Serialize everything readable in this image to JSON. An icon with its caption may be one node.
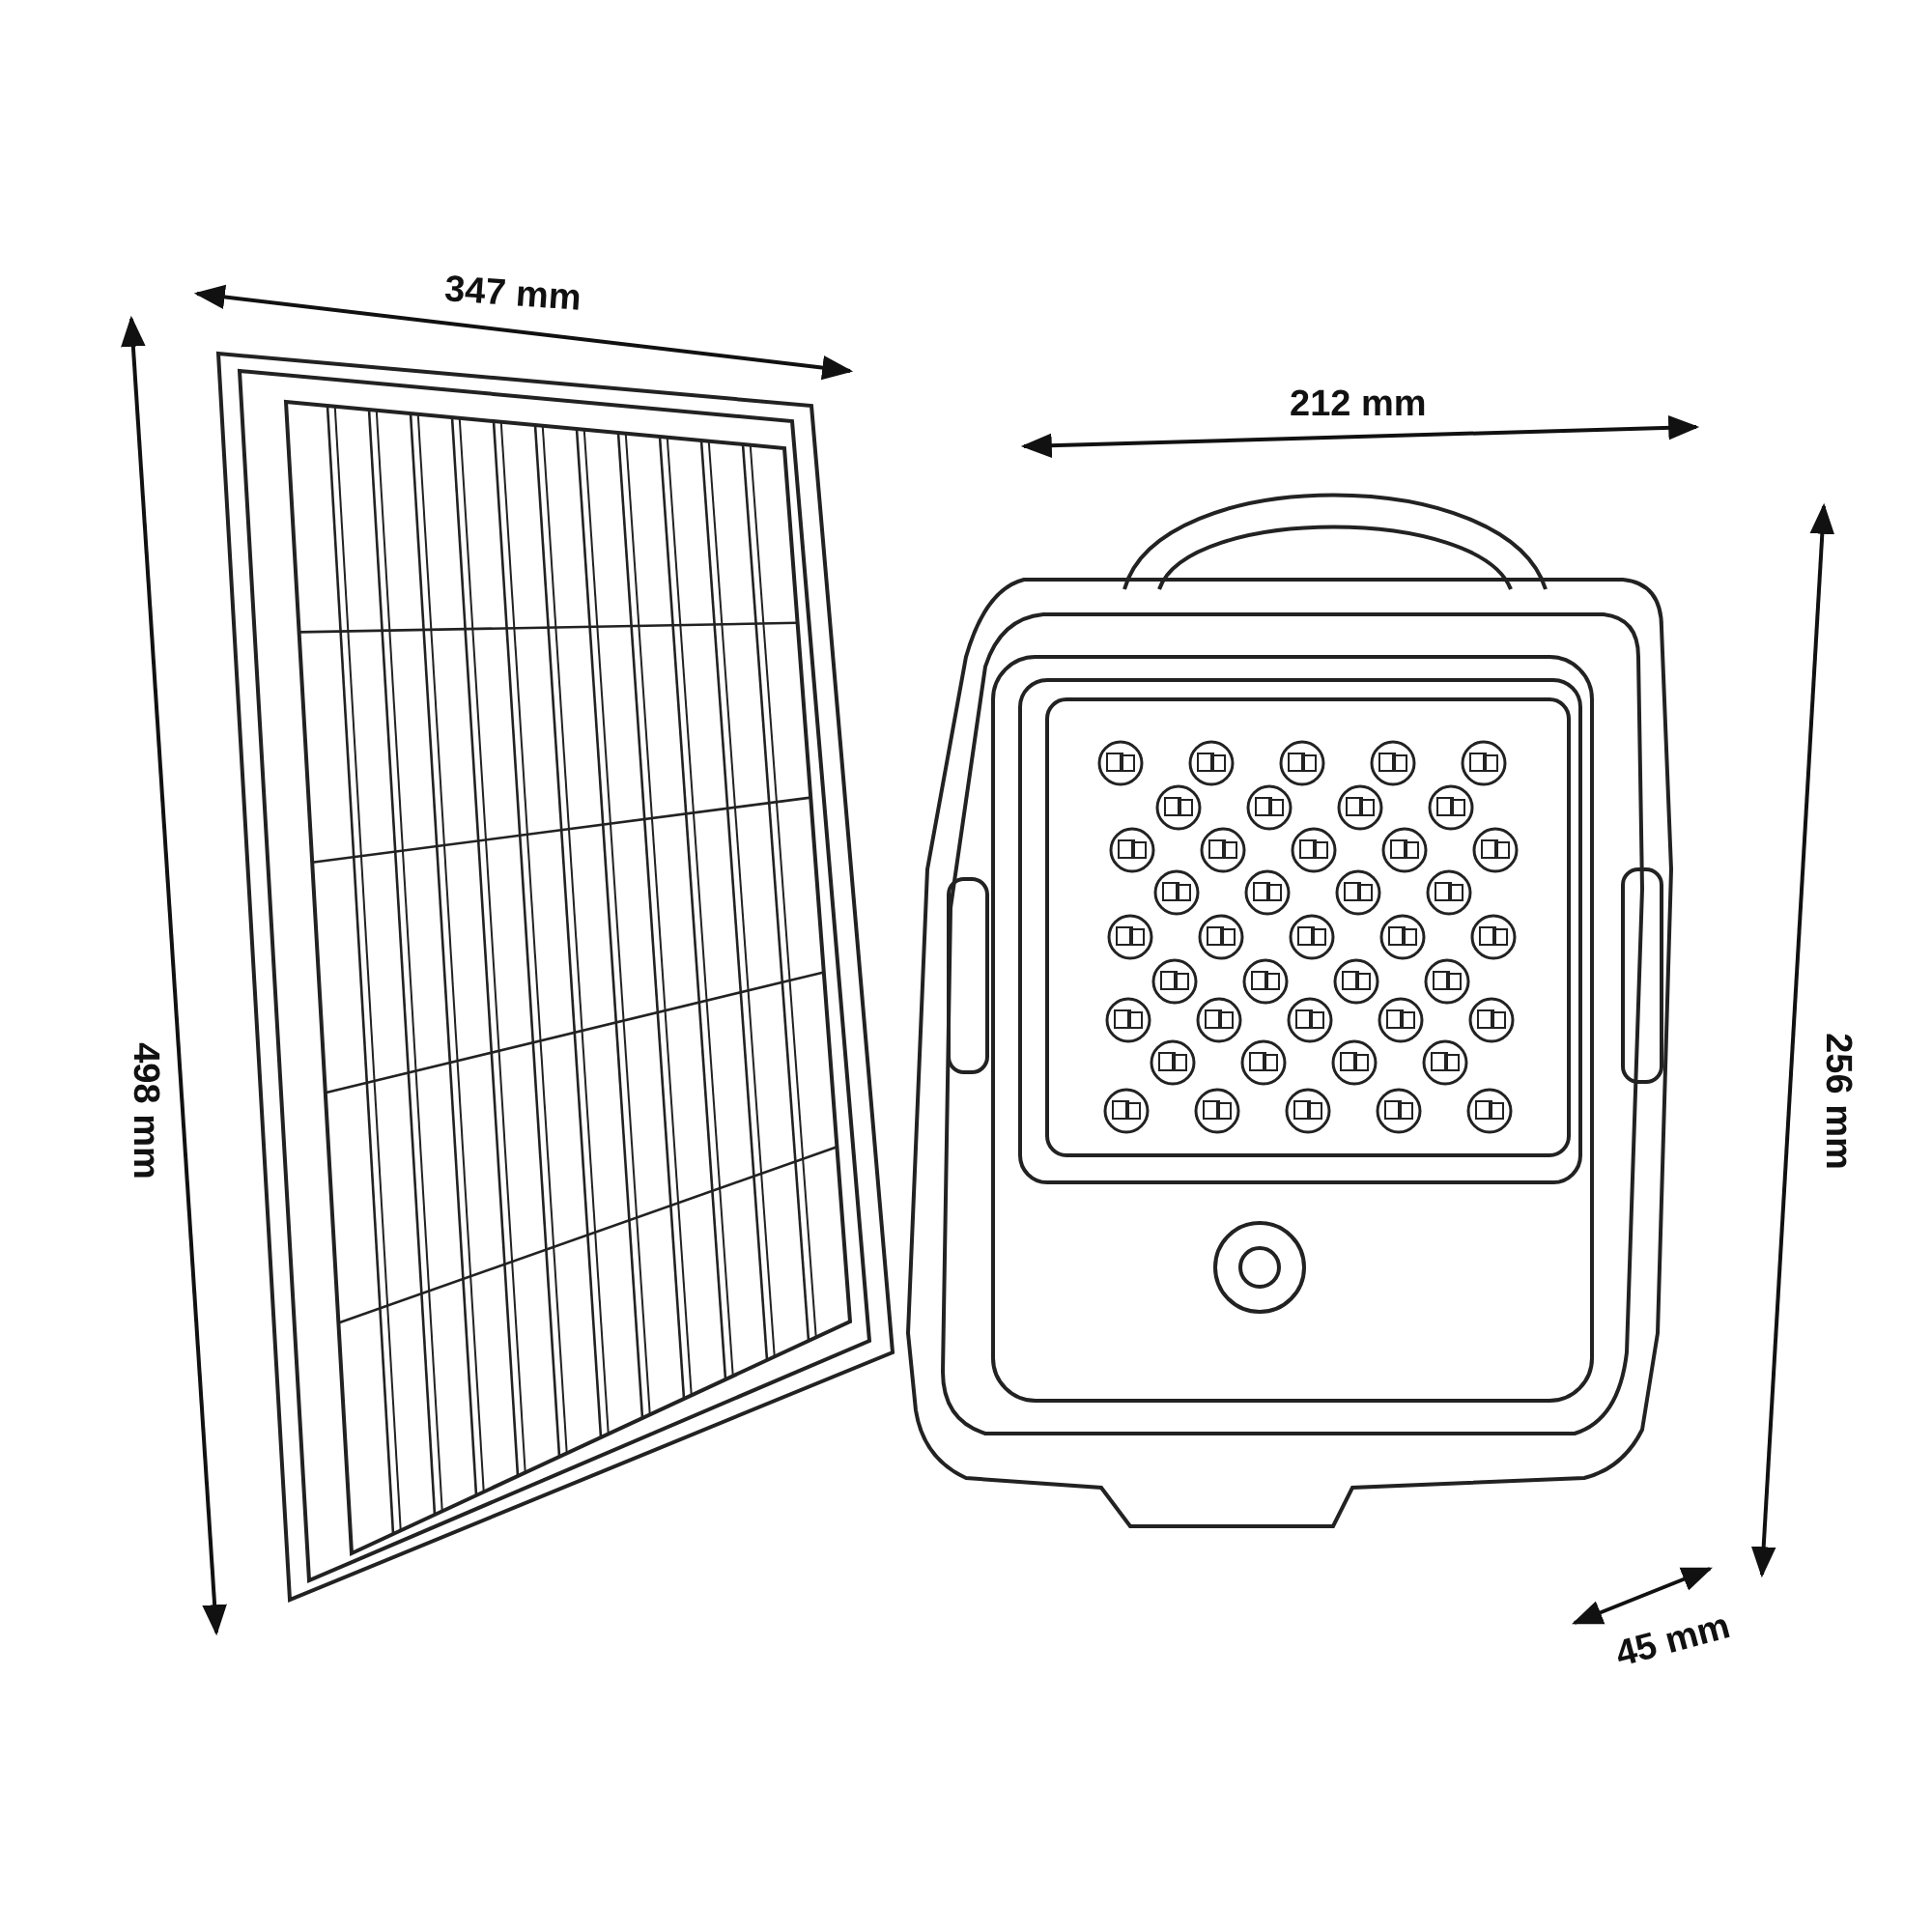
{
  "diagram": {
    "labels": [
      "347 mm",
      "212 mm",
      "498 mm",
      "256 mm",
      "45 mm"
    ]
  }
}
